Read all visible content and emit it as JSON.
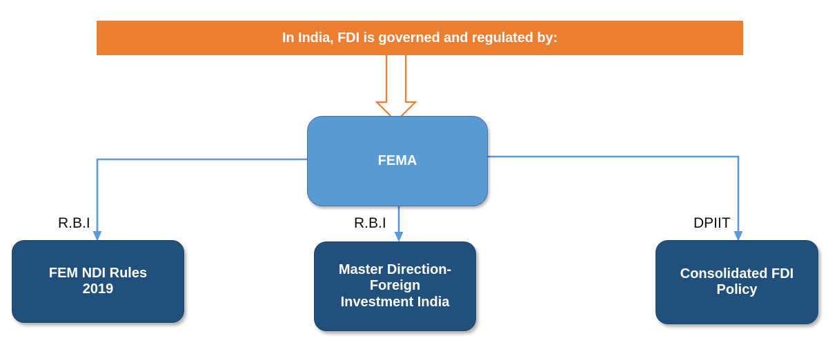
{
  "header": {
    "text": "In India, FDI is governed and regulated by:",
    "background_color": "#ED7D31",
    "text_color": "#FFFFFF"
  },
  "arrow_down": {
    "name": "orange-block-arrow",
    "outline_color": "#ED7D31",
    "fill": "none"
  },
  "nodes": {
    "root": {
      "label": "FEMA",
      "fill_color": "#5B9BD5",
      "text_color": "#FFFFFF"
    },
    "children": [
      {
        "label": "FEM NDI Rules 2019",
        "line1": "FEM NDI Rules",
        "line2": "2019",
        "edge_label": "R.B.I",
        "fill_color": "#20507B",
        "text_color": "#FFFFFF"
      },
      {
        "label": "Master Direction-Foreign Investment India",
        "line1": "Master Direction-",
        "line2": "Foreign",
        "line3": "Investment India",
        "edge_label": "R.B.I",
        "fill_color": "#20507B",
        "text_color": "#FFFFFF"
      },
      {
        "label": "Consolidated FDI Policy",
        "line1": "Consolidated FDI",
        "line2": "Policy",
        "edge_label": "DPIIT",
        "fill_color": "#20507B",
        "text_color": "#FFFFFF"
      }
    ]
  },
  "connectors": {
    "color": "#5B9BD5"
  }
}
